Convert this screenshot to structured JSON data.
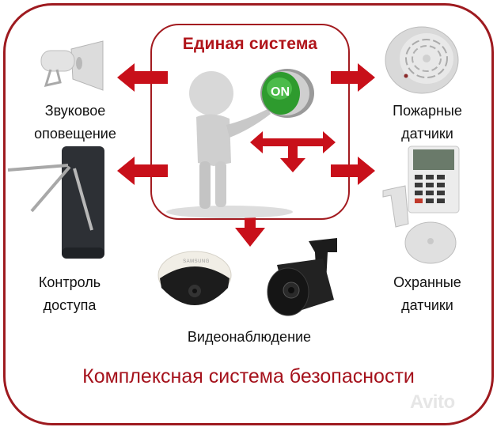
{
  "diagram": {
    "center": {
      "title": "Единая система",
      "button_label": "ON"
    },
    "nodes": [
      {
        "id": "sound",
        "label_line1": "Звуковое",
        "label_line2": "оповещение",
        "device": "horn-speaker"
      },
      {
        "id": "access",
        "label_line1": "Контроль",
        "label_line2": "доступа",
        "device": "turnstile"
      },
      {
        "id": "fire",
        "label_line1": "Пожарные",
        "label_line2": "датчики",
        "device": "smoke-detector"
      },
      {
        "id": "security",
        "label_line1": "Охранные",
        "label_line2": "датчики",
        "device": "alarm-keypad-and-sensors"
      },
      {
        "id": "video",
        "label": "Видеонаблюдение",
        "device": "cctv-cameras",
        "camera_brand": "SAMSUNG"
      }
    ],
    "bottom_title": "Комплексная система безопасности",
    "watermark": "Avito"
  },
  "colors": {
    "frame": "#9e1a1f",
    "arrow": "#c8101a",
    "title_red": "#b0141a",
    "button_green": "#2e9b2e",
    "text": "#111111"
  }
}
